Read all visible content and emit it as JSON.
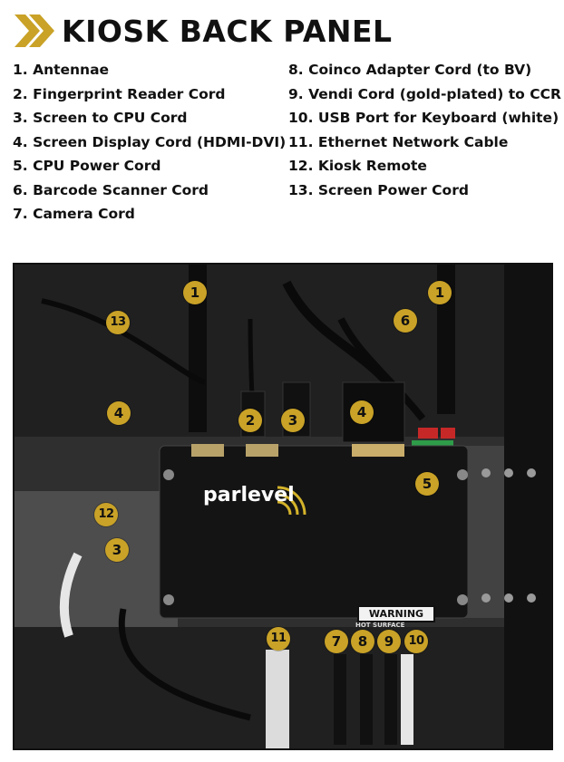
{
  "header": {
    "title": "KIOSK BACK PANEL",
    "accent_color": "#c9a227",
    "icon": "double-chevron-right-icon"
  },
  "legend": {
    "left": [
      "1. Antennae",
      "2. Fingerprint Reader Cord",
      "3. Screen to CPU Cord",
      "4. Screen Display Cord (HDMI-DVI)",
      "5. CPU Power Cord",
      "6. Barcode Scanner Cord",
      "7. Camera Cord"
    ],
    "right": [
      "8. Coinco Adapter Cord (to BV)",
      "9. Vendi Cord (gold-plated) to CCR",
      "10. USB Port for Keyboard (white)",
      "11. Ethernet Network Cable",
      "12. Kiosk Remote",
      "13. Screen Power Cord"
    ]
  },
  "photo": {
    "brand": "parlevel",
    "warning": "WARNING",
    "warning_sub": "HOT SURFACE",
    "markers": {
      "m1a": "1",
      "m1b": "1",
      "m13": "13",
      "m6": "6",
      "m4a": "4",
      "m2": "2",
      "m3a": "3",
      "m4b": "4",
      "m5": "5",
      "m12": "12",
      "m3b": "3",
      "m11": "11",
      "m7": "7",
      "m8": "8",
      "m9": "9",
      "m10": "10"
    }
  }
}
